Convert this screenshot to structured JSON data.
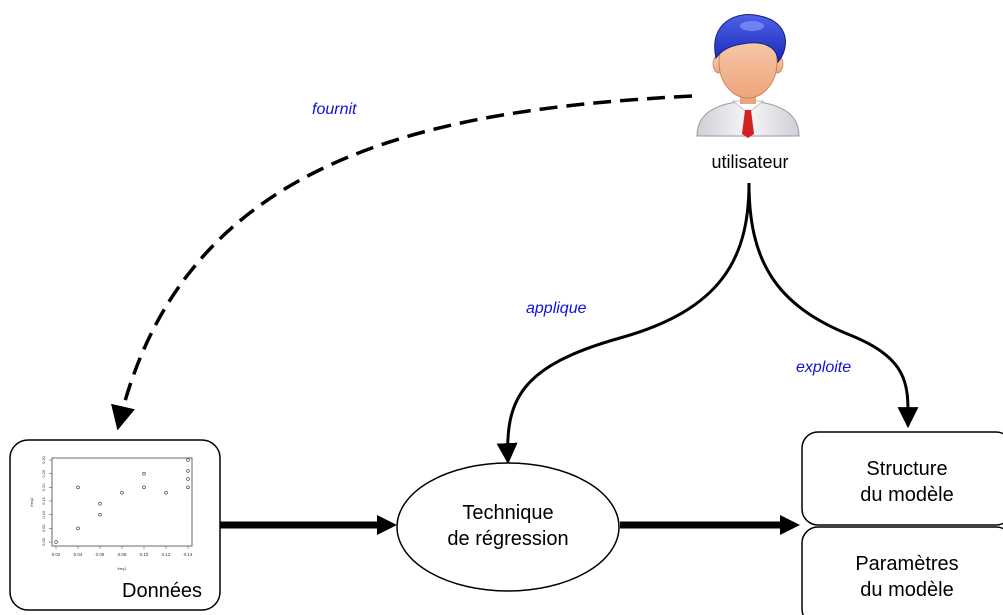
{
  "nodes": {
    "user": {
      "label": "utilisateur"
    },
    "data": {
      "label": "Données"
    },
    "technique": {
      "line1": "Technique",
      "line2": "de régression"
    },
    "structure": {
      "line1": "Structure",
      "line2": "du modèle"
    },
    "parameters": {
      "line1": "Paramètres",
      "line2": "du modèle"
    }
  },
  "edges": {
    "provides": {
      "label": "fournit"
    },
    "applies": {
      "label": "applique"
    },
    "exploits": {
      "label": "exploite"
    }
  },
  "scatter_thumbnail": {
    "x_ticks": [
      "0.02",
      "0.04",
      "0.06",
      "0.08",
      "0.10",
      "0.12",
      "0.14"
    ],
    "y_ticks": [
      "0.00",
      "0.05",
      "0.10",
      "0.15",
      "0.20",
      "0.25",
      "0.30"
    ],
    "xlabel": "freq1",
    "ylabel": "freq2",
    "points": [
      [
        0.02,
        0.0
      ],
      [
        0.04,
        0.05
      ],
      [
        0.04,
        0.2
      ],
      [
        0.06,
        0.1
      ],
      [
        0.06,
        0.14
      ],
      [
        0.08,
        0.18
      ],
      [
        0.1,
        0.2
      ],
      [
        0.1,
        0.25
      ],
      [
        0.12,
        0.18
      ],
      [
        0.14,
        0.2
      ],
      [
        0.14,
        0.23
      ],
      [
        0.14,
        0.26
      ],
      [
        0.14,
        0.3
      ]
    ]
  },
  "colors": {
    "edge_label": "#1010e0",
    "stroke": "#000000",
    "user_hair": "#1a2ab8",
    "user_skin": "#f4b890",
    "user_shirt": "#e8e8ec",
    "user_tie": "#d42020"
  },
  "icons": {
    "user": "user-avatar-icon"
  }
}
